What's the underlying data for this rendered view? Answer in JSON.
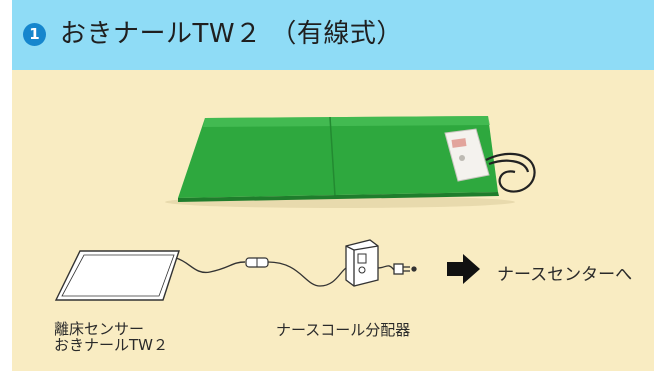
{
  "header": {
    "number": "1",
    "title": "おきナールTW２ （有線式）"
  },
  "labels": {
    "sensor_line1": "離床センサー",
    "sensor_line2": "おきナールTW２",
    "splitter": "ナースコール分配器",
    "destination": "ナースセンターへ"
  },
  "colors": {
    "header_bg": "#8fdcf6",
    "badge": "#1686cd",
    "panel_bg": "#f9ecc2",
    "mat_green": "#2ea83e"
  }
}
